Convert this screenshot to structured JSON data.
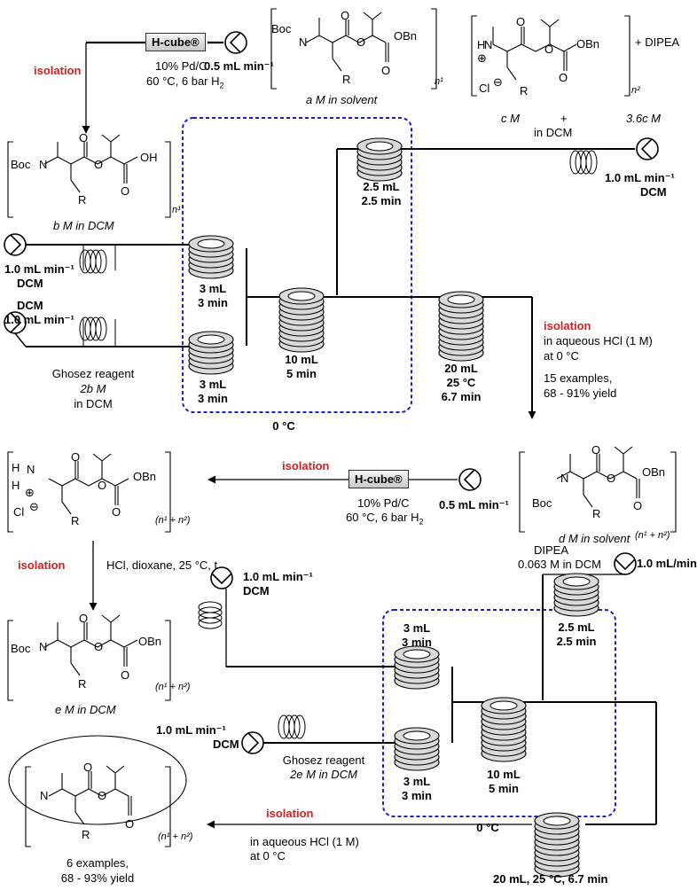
{
  "top": {
    "hcube": "H-cube®",
    "cat1": "10% Pd/C",
    "cond1": "60 °C, 6 bar H",
    "cond1_sub": "2",
    "flow1": "0.5 mL min⁻¹",
    "isolation1": "isolation",
    "conc_a": "a M in solvent",
    "n1": "n¹",
    "conc_c": "c M",
    "dipea": "+ DIPEA",
    "conc_36c": "3.6c M",
    "plus_dcm": "+",
    "in_dcm": "in DCM",
    "n2": "n²",
    "cl": "Cl",
    "boc": "Boc",
    "obn": "OBn",
    "oh": "OH",
    "o": "O",
    "n": "N",
    "h": "H",
    "r": "R",
    "plus_circle": "⊕",
    "minus_circle": "⊖"
  },
  "left_acid": {
    "conc_b": "b M in DCM"
  },
  "flow_top_right": {
    "rate": "1.0 mL min⁻¹",
    "solvent": "DCM"
  },
  "flow_left1": {
    "rate": "1.0 mL min⁻¹",
    "solvent": "DCM"
  },
  "flow_left2": {
    "solvent": "DCM",
    "rate": "1.0 mL min⁻¹"
  },
  "ghosez1": {
    "line1": "Ghosez reagent",
    "line2": "2b M",
    "line3": "in DCM"
  },
  "reactors1": {
    "r_top": [
      "2.5 mL",
      "2.5 min"
    ],
    "r_a": [
      "3 mL",
      "3 min"
    ],
    "r_b": [
      "3 mL",
      "3 min"
    ],
    "r_main": [
      "10 mL",
      "5 min"
    ],
    "r_out": [
      "20 mL",
      "25 °C",
      "6.7 min"
    ],
    "temp": "0 °C"
  },
  "isolation2": {
    "label": "isolation",
    "l1": "in aqueous HCl (1 M)",
    "l2": "at 0 °C",
    "l3": "15 examples,",
    "l4": "68 - 91% yield"
  },
  "middle": {
    "conc_d": "d M in solvent",
    "n12": "(n¹ + n²)",
    "hcube": "H-cube®",
    "cat": "10% Pd/C",
    "cond": "60 °C, 6 bar H",
    "cond_sub": "2",
    "flow": "0.5 mL min⁻¹",
    "isolation": "isolation"
  },
  "step_hcl": {
    "isolation": "isolation",
    "cond": "HCl,  dioxane, 25 °C, t"
  },
  "lower": {
    "conc_e": "e M in DCM",
    "flow_a_rate": "1.0 mL min⁻¹",
    "flow_a_solvent": "DCM",
    "flow_b_rate": "1.0 mL min⁻¹",
    "flow_b_solvent": "DCM",
    "ghosez_l1": "Ghosez reagent",
    "ghosez_l2": "2e M in DCM",
    "dipea_l1": "DIPEA",
    "dipea_l2": "0.063 M in DCM",
    "dipea_rate": "1.0 mL/min",
    "r_top": [
      "2.5 mL",
      "2.5 min"
    ],
    "r_a": [
      "3 mL",
      "3 min"
    ],
    "r_b": [
      "3 mL",
      "3 min"
    ],
    "r_main": [
      "10 mL",
      "5 min"
    ],
    "r_out": "20 mL, 25 °C, 6.7 min",
    "temp": "0 °C",
    "isolation": "isolation",
    "iso_l1": "in aqueous HCl (1 M)",
    "iso_l2": "at 0 °C"
  },
  "final": {
    "l1": "6 examples,",
    "l2": "68 - 93% yield",
    "n12": "(n¹ + n²)"
  }
}
